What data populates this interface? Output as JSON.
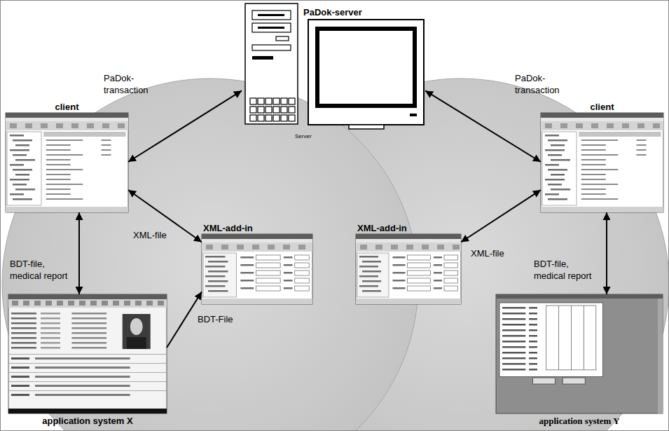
{
  "diagram": {
    "nodes": [
      {
        "text": [
          "PaDok-server",
          "Server"
        ]
      },
      {
        "text": [
          "client"
        ]
      },
      {
        "text": [
          "XML-add-in"
        ]
      },
      {
        "text": [
          "application system X"
        ]
      },
      {
        "text": [
          "client"
        ]
      },
      {
        "text": [
          "XML-add-in"
        ]
      },
      {
        "text": [
          "application system Y"
        ]
      }
    ],
    "edges": [
      {
        "from": 0,
        "to": 1,
        "label": "PaDok- transaction",
        "arrow": "both"
      },
      {
        "from": 0,
        "to": 4,
        "label": "PaDok- transaction",
        "arrow": "both"
      },
      {
        "from": 1,
        "to": 2,
        "label": "XML-file",
        "arrow": "both"
      },
      {
        "from": 1,
        "to": 3,
        "label": "BDT-file, medical report",
        "arrow": "both"
      },
      {
        "from": 3,
        "to": 2,
        "label": "BDT-File",
        "arrow": "to"
      },
      {
        "from": 4,
        "to": 5,
        "label": "XML-file",
        "arrow": "both"
      },
      {
        "from": 4,
        "to": 6,
        "label": "BDT-file, medical report",
        "arrow": "both"
      }
    ]
  }
}
